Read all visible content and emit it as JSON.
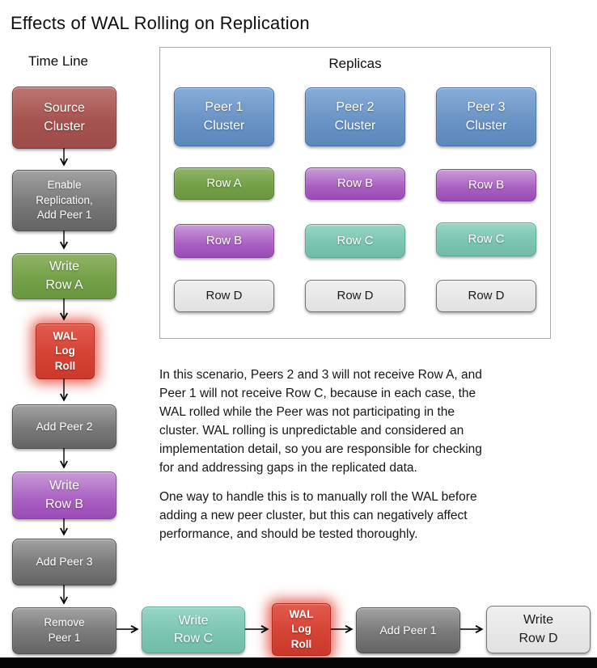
{
  "title": "Effects of WAL Rolling on Replication",
  "timeline": {
    "label": "Time Line",
    "steps": [
      {
        "id": "source-cluster",
        "label": "Source\nCluster",
        "color": "red"
      },
      {
        "id": "enable-replication",
        "label": "Enable\nReplication,\nAdd Peer 1",
        "color": "gray"
      },
      {
        "id": "write-row-a",
        "label": "Write\nRow A",
        "color": "green"
      },
      {
        "id": "wal-log-roll-1",
        "label": "WAL\nLog\nRoll",
        "color": "wal-red"
      },
      {
        "id": "add-peer-2",
        "label": "Add Peer 2",
        "color": "gray"
      },
      {
        "id": "write-row-b",
        "label": "Write\nRow B",
        "color": "purple"
      },
      {
        "id": "add-peer-3",
        "label": "Add Peer 3",
        "color": "gray"
      },
      {
        "id": "remove-peer-1",
        "label": "Remove\nPeer 1",
        "color": "gray"
      }
    ],
    "bottom_steps": [
      {
        "id": "write-row-c",
        "label": "Write\nRow C",
        "color": "teal"
      },
      {
        "id": "wal-log-roll-2",
        "label": "WAL\nLog\nRoll",
        "color": "wal-red"
      },
      {
        "id": "add-peer-1",
        "label": "Add Peer 1",
        "color": "gray"
      },
      {
        "id": "write-row-d",
        "label": "Write\nRow D",
        "color": "light-gray"
      }
    ]
  },
  "replicas": {
    "label": "Replicas",
    "columns": [
      {
        "header": "Peer 1\nCluster",
        "rows": [
          {
            "label": "Row A",
            "color": "green"
          },
          {
            "label": "Row B",
            "color": "purple"
          },
          {
            "label": "Row D",
            "color": "light-gray"
          }
        ]
      },
      {
        "header": "Peer 2\nCluster",
        "rows": [
          {
            "label": "Row B",
            "color": "purple"
          },
          {
            "label": "Row C",
            "color": "teal"
          },
          {
            "label": "Row D",
            "color": "light-gray"
          }
        ]
      },
      {
        "header": "Peer 3\nCluster",
        "rows": [
          {
            "label": "Row B",
            "color": "purple"
          },
          {
            "label": "Row C",
            "color": "teal"
          },
          {
            "label": "Row D",
            "color": "light-gray"
          }
        ]
      }
    ]
  },
  "description": {
    "paragraph1": "In this scenario, Peers 2 and 3 will not receive Row A, and\nPeer 1 will not receive Row C, because in each case, the\nWAL rolled while the Peer was not participating in the\ncluster. WAL rolling is unpredictable and considered an\nimplementation detail, so you are responsible for checking\nfor and addressing gaps in the replicated data.",
    "paragraph2": "One way to handle this is to manually roll the WAL before\nadding a new peer cluster, but this can negatively affect\nperformance, and should be tested thoroughly."
  },
  "colors": {
    "source_red": "#a65350",
    "step_gray": "#7c7c7c",
    "row_a_green": "#74a047",
    "row_b_purple": "#a95fc2",
    "row_c_teal": "#7cc5b2",
    "row_d_light": "#e8e8e8",
    "peer_blue": "#6a94c6",
    "wal_red": "#d54335",
    "wal_glow": "#e03a2a",
    "bottom_bar_black": "#050505"
  }
}
